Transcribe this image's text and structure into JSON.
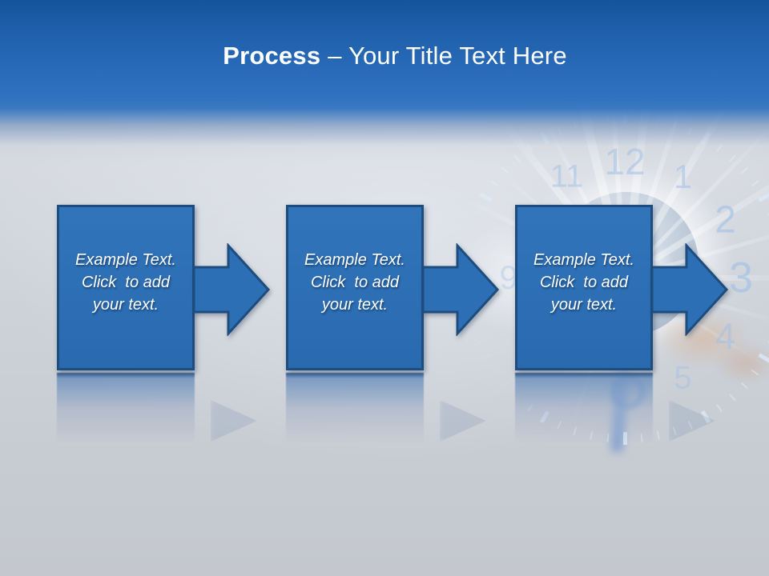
{
  "slide": {
    "title_bold": "Process",
    "title_rest": "– Your Title Text Here"
  },
  "steps": [
    {
      "lines": [
        "Example Text.",
        "Click  to add",
        "your text."
      ]
    },
    {
      "lines": [
        "Example Text.",
        "Click  to add",
        "your text."
      ]
    },
    {
      "lines": [
        "Example Text.",
        "Click  to add",
        "your text."
      ]
    }
  ],
  "background": {
    "clock_numbers": [
      "11",
      "12",
      "1",
      "2",
      "3",
      "4",
      "5",
      "9"
    ]
  },
  "colors": {
    "shape_fill": "#2D6FB5",
    "shape_border": "#1D4C7E",
    "header_blue": "#2C70BE",
    "title_text": "#FFFFFF",
    "clock_numerals": "#9FC0E6",
    "body_gray": "#CBCFD6"
  }
}
